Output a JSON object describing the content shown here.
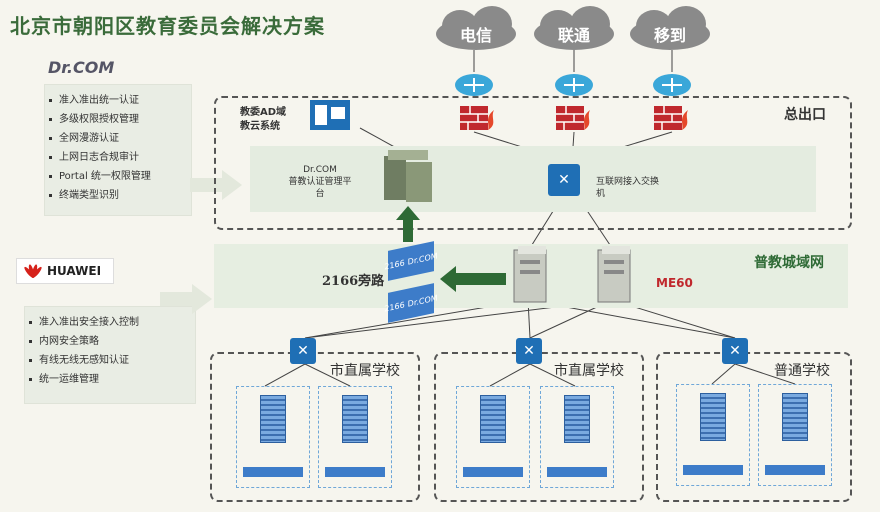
{
  "title": "北京市朝阳区教育委员会解决方案",
  "drcom_logo": "Dr.COM",
  "drcom_features": [
    "准入准出统一认证",
    "多级权限授权管理",
    "全网漫游认证",
    "上网日志合规审计",
    "Portal 统一权限管理",
    "终端类型识别"
  ],
  "huawei_logo": "HUAWEI",
  "huawei_features": [
    "准入准出安全接入控制",
    "内网安全策略",
    "有线无线无感知认证",
    "统一运维管理"
  ],
  "clouds": [
    "电信",
    "联通",
    "移到"
  ],
  "zone_exit": "总出口",
  "ad_label": "教委AD域\n教云系统",
  "drcom_platform": "Dr.COM\n普教认证管理平\n台",
  "internet_switch": "互联网接入交换\n机",
  "zone_metro": "普教城域网",
  "bypass": "2166旁路",
  "bypass_box": "2166",
  "bypass_brand": "Dr.COM",
  "me60": "ME60",
  "schools": [
    "市直属学校",
    "市直属学校",
    "普通学校"
  ],
  "colors": {
    "title": "#3a6b3a",
    "accent": "#1f6fb5",
    "firewall": "#c0282d",
    "cloud": "#8a8a8a"
  }
}
